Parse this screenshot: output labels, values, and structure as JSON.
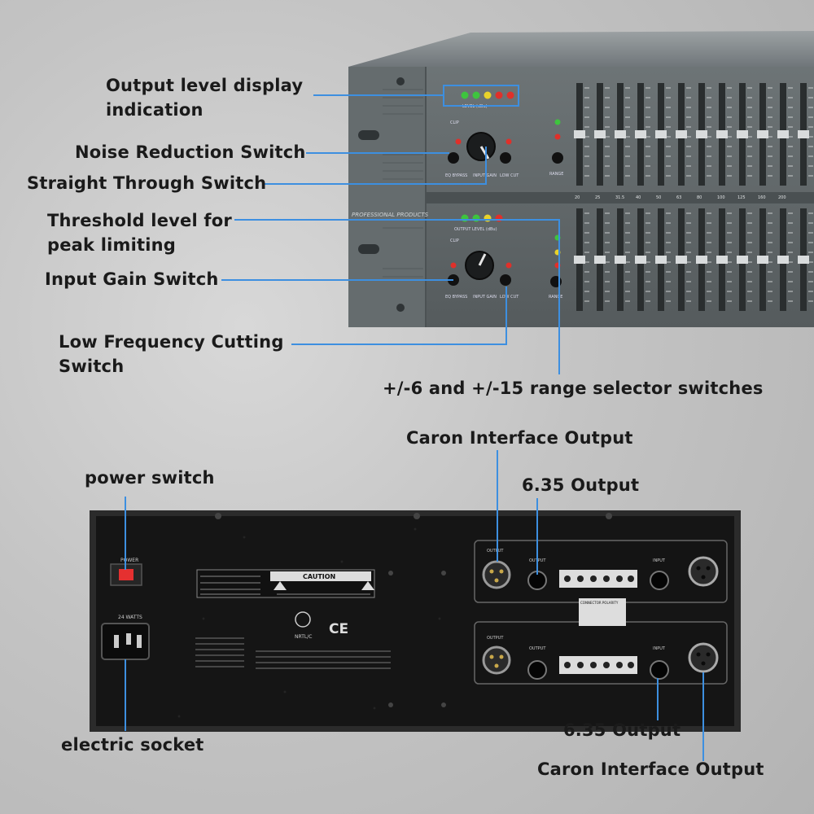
{
  "callouts": {
    "output_level_display": "Output level display indication",
    "noise_reduction_switch": "Noise Reduction Switch",
    "straight_through_switch": "Straight Through Switch",
    "threshold_level": "Threshold level for peak limiting",
    "input_gain_switch": "Input Gain Switch",
    "low_frequency_cutting": "Low Frequency Cutting Switch",
    "range_selector": "+/-6 and +/-15 range selector switches",
    "power_switch": "power switch",
    "electric_socket": "electric socket",
    "caron_output_top": "Caron Interface Output",
    "output_635_top": "6.35 Output",
    "output_635_bottom": "6.35 Output",
    "caron_output_bottom": "Caron Interface Output"
  },
  "front_panel": {
    "brand_text": "PROFESSIONAL PRODUCTS",
    "level_label": "LEVEL (dBu)",
    "output_level_label": "OUTPUT LEVEL (dBu)",
    "clip_label": "CLIP",
    "eq_bypass": "EQ BYPASS",
    "input_gain": "INPUT GAIN",
    "low_cut": "LOW CUT",
    "range_label": "RANGE",
    "freq_labels": [
      "20",
      "25",
      "31.5",
      "40",
      "50",
      "63",
      "80",
      "100",
      "125",
      "160",
      "200"
    ]
  },
  "rear_panel": {
    "power_label": "POWER",
    "watts_label": "24 WATTS",
    "caution_title": "CAUTION",
    "output_label": "OUTPUT",
    "input_label": "INPUT",
    "connector_polarity": "CONNECTOR POLARITY",
    "ce_mark": "CE",
    "nrtl_mark": "NRTL/C"
  },
  "colors": {
    "line_blue": "#3d8fe0",
    "front_panel": "#5f6668",
    "rear_panel": "#151515",
    "led_green": "#3ec43e",
    "led_yellow": "#e8d22a",
    "led_red": "#e0302a"
  }
}
